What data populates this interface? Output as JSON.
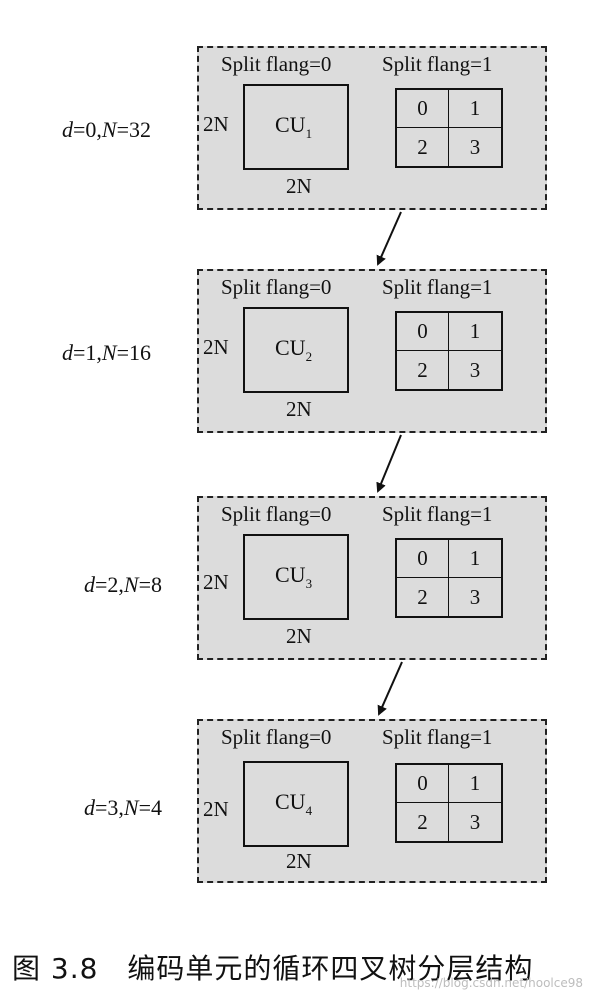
{
  "flag0_label": "Split flang=0",
  "flag1_label": "Split flang=1",
  "dim_label": "2N",
  "quadrants": [
    "0",
    "1",
    "2",
    "3"
  ],
  "levels": [
    {
      "d_var": "d",
      "d_eq": "=0,",
      "n_var": "N",
      "n_eq": "=32",
      "cu": "CU",
      "cu_sub": "1"
    },
    {
      "d_var": "d",
      "d_eq": "=1,",
      "n_var": "N",
      "n_eq": "=16",
      "cu": "CU",
      "cu_sub": "2"
    },
    {
      "d_var": "d",
      "d_eq": "=2,",
      "n_var": "N",
      "n_eq": "=8",
      "cu": "CU",
      "cu_sub": "3"
    },
    {
      "d_var": "d",
      "d_eq": "=3,",
      "n_var": "N",
      "n_eq": "=4",
      "cu": "CU",
      "cu_sub": "4"
    }
  ],
  "caption": "图 3.8　编码单元的循环四叉树分层结构",
  "watermark": "https://blog.csdn.net/hoolce98"
}
